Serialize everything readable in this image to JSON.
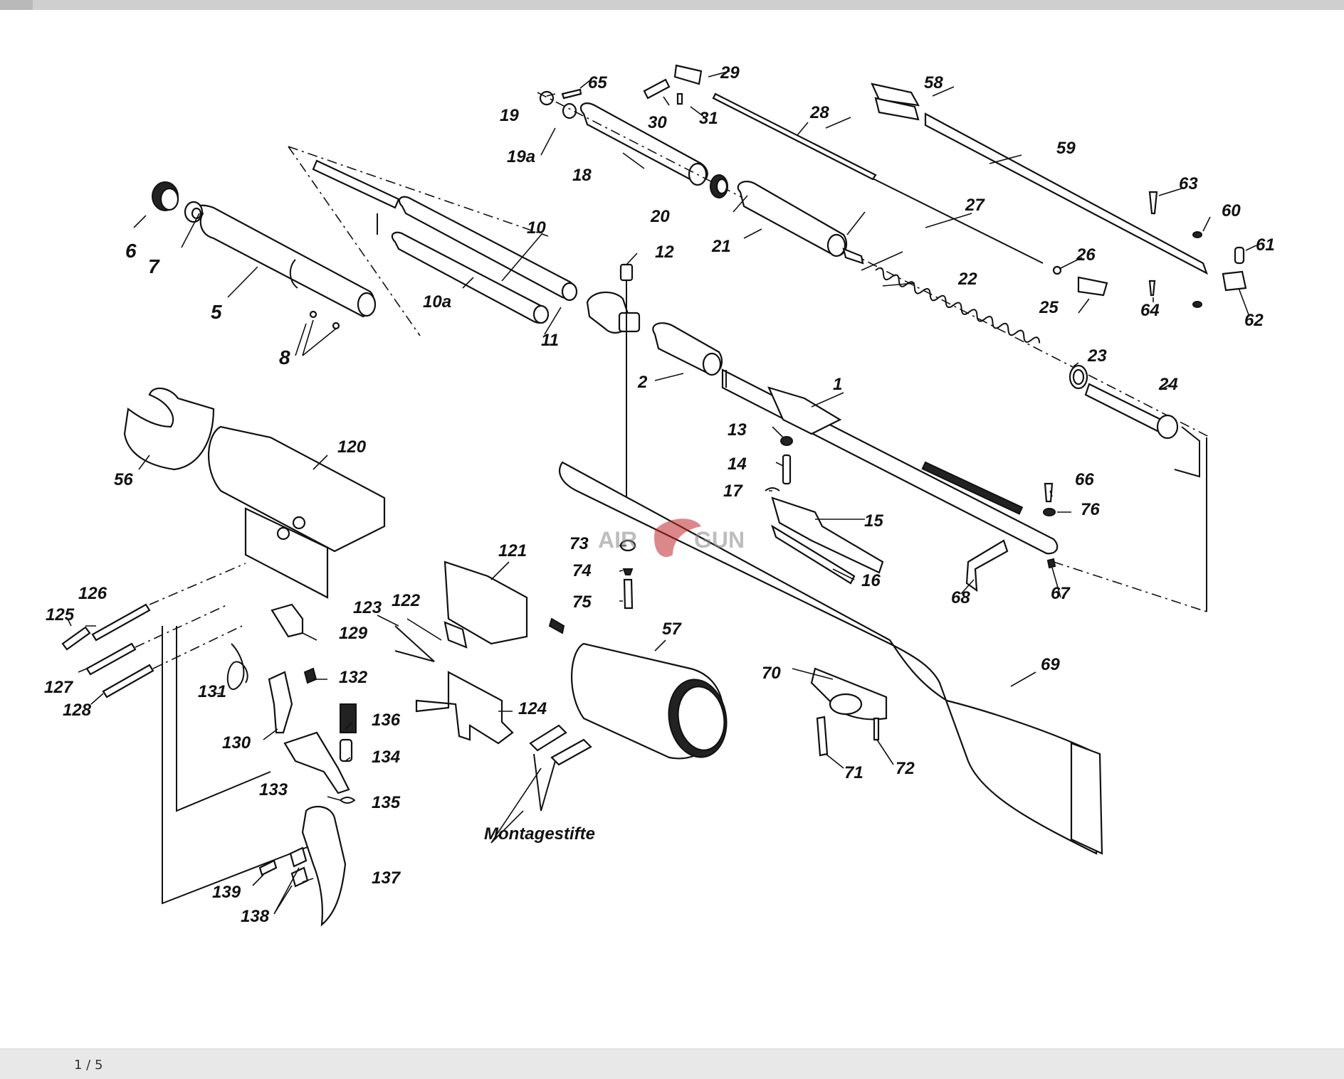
{
  "viewer": {
    "page_indicator": "1 / 5"
  },
  "watermark": {
    "left": "AIR",
    "right": "GUN",
    "accent_color": "#c0282d"
  },
  "colors": {
    "ink": "#111111",
    "toolbar": "#cfcfcf",
    "footer": "#e8e8e8"
  },
  "callouts": {
    "c1": "1",
    "c2": "2",
    "c5": "5",
    "c6": "6",
    "c7": "7",
    "c8": "8",
    "c10": "10",
    "c10a": "10a",
    "c11": "11",
    "c12": "12",
    "c13": "13",
    "c14": "14",
    "c15": "15",
    "c16": "16",
    "c17": "17",
    "c18": "18",
    "c19": "19",
    "c19a": "19a",
    "c20": "20",
    "c21": "21",
    "c22": "22",
    "c23": "23",
    "c24": "24",
    "c25": "25",
    "c26": "26",
    "c27": "27",
    "c28": "28",
    "c29": "29",
    "c30": "30",
    "c31": "31",
    "c56": "56",
    "c57": "57",
    "c58": "58",
    "c59": "59",
    "c60": "60",
    "c61": "61",
    "c62": "62",
    "c63": "63",
    "c64": "64",
    "c65": "65",
    "c66": "66",
    "c67": "67",
    "c68": "68",
    "c69": "69",
    "c70": "70",
    "c71": "71",
    "c72": "72",
    "c73": "73",
    "c74": "74",
    "c75": "75",
    "c76": "76",
    "c120": "120",
    "c121": "121",
    "c122": "122",
    "c123": "123",
    "c124": "124",
    "c125": "125",
    "c126": "126",
    "c127": "127",
    "c128": "128",
    "c129": "129",
    "c130": "130",
    "c131": "131",
    "c132": "132",
    "c133": "133",
    "c134": "134",
    "c135": "135",
    "c136": "136",
    "c137": "137",
    "c138": "138",
    "c139": "139",
    "montage": "Montagestifte"
  }
}
